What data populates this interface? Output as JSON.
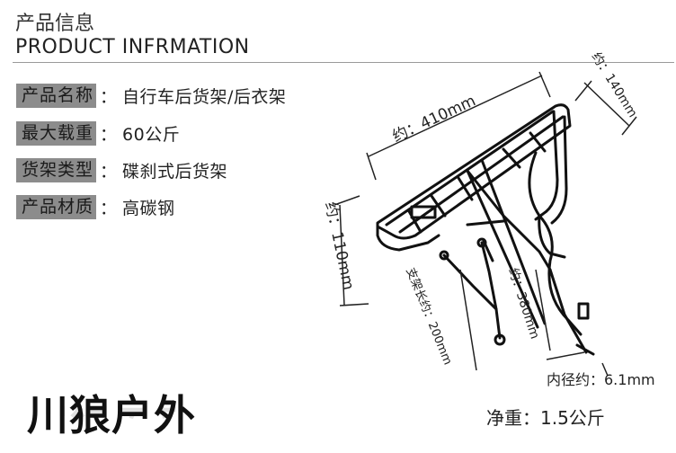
{
  "header": {
    "title_cn": "产品信息",
    "title_en": "PRODUCT INFRMATION"
  },
  "specs": [
    {
      "key": "产品名称",
      "sep": "：",
      "value": "自行车后货架/后衣架"
    },
    {
      "key": "最大载重",
      "sep": "：",
      "value": "60公斤"
    },
    {
      "key": "货架类型",
      "sep": "：",
      "value": "碟刹式后货架"
    },
    {
      "key": "产品材质",
      "sep": "：",
      "value": "高碳钢"
    }
  ],
  "dimensions": {
    "length": "约：410mm",
    "width": "约：140mm",
    "height": "约：110mm",
    "strut": "约：380mm",
    "support": "支架长约：200mm",
    "inner_diameter": "内径约：6.1mm"
  },
  "weight": "净重：1.5公斤",
  "brand": "川狼户外",
  "colors": {
    "label_bg": "#8c8c8c",
    "line": "#222222",
    "rule": "#9a9a9a"
  }
}
